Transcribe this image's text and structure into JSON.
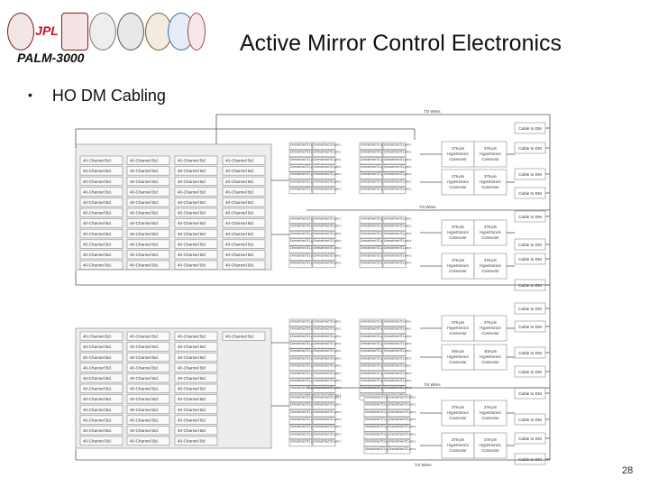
{
  "slide": {
    "org_label": "PALM-3000",
    "title": "Active Mirror Control Electronics",
    "bullet": "HO DM Cabling",
    "page_number": "28"
  },
  "logos": [
    {
      "name": "caltech-logo",
      "text": "",
      "color": "#7a1c1c"
    },
    {
      "name": "jpl-logo",
      "text": "JPL",
      "color": "#c8102e"
    },
    {
      "name": "cornell-logo",
      "text": "",
      "color": "#8a1c1c"
    },
    {
      "name": "seal-logo-4",
      "text": "",
      "color": "#777777"
    },
    {
      "name": "seal-logo-5",
      "text": "",
      "color": "#555555"
    },
    {
      "name": "seal-logo-6",
      "text": "",
      "color": "#8a5a2a"
    },
    {
      "name": "seal-logo-7",
      "text": "",
      "color": "#4466aa"
    },
    {
      "name": "seal-logo-8",
      "text": "",
      "color": "#aa4444"
    }
  ],
  "diagram": {
    "board_labels": [
      "40-Channel Bd.",
      "40-Channel Bd.",
      "40-Channel Bd",
      "40-Channel Bd."
    ],
    "connector_label": "Unmatched 51-pin connector",
    "hypertronics_labels": {
      "h375": "375-pin Hypertronics Connector",
      "h400": "400-pin Hypertronics Connector"
    },
    "dm_label": "Cable to DM",
    "wire_label": "7/4 Wires"
  }
}
